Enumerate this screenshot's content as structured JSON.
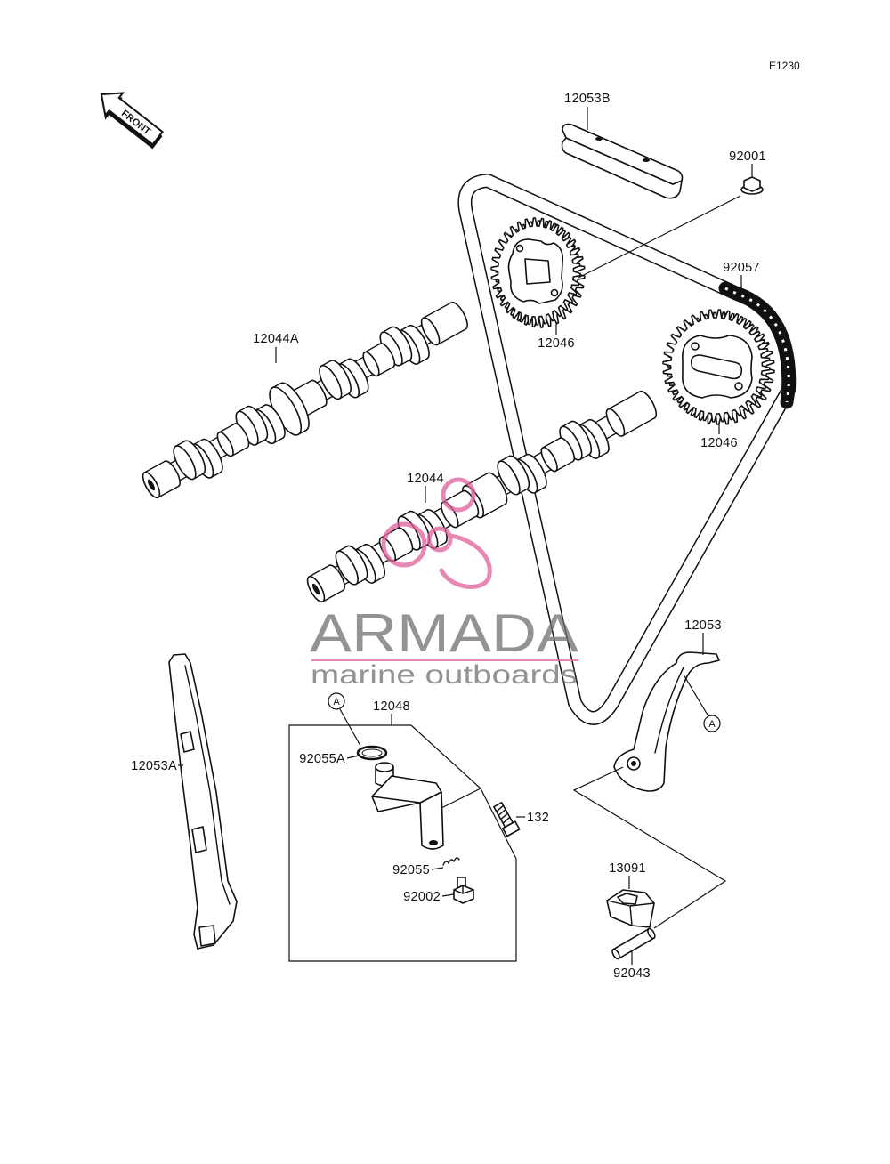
{
  "diagram_code": "E1230",
  "front_label": "FRONT",
  "callouts": [
    "12053B",
    "92001",
    "92057",
    "12046",
    "12046",
    "12044A",
    "12044",
    "12053",
    "12048",
    "92055A",
    "12053A",
    "132",
    "92055",
    "92002",
    "13091",
    "92043"
  ],
  "markers": [
    "A",
    "A"
  ],
  "watermark": {
    "brand": "ARMADA",
    "tagline": "marine outboards"
  },
  "colors": {
    "line": "#111111",
    "watermark_gray": "#707070",
    "watermark_pink": "#e0609a"
  }
}
